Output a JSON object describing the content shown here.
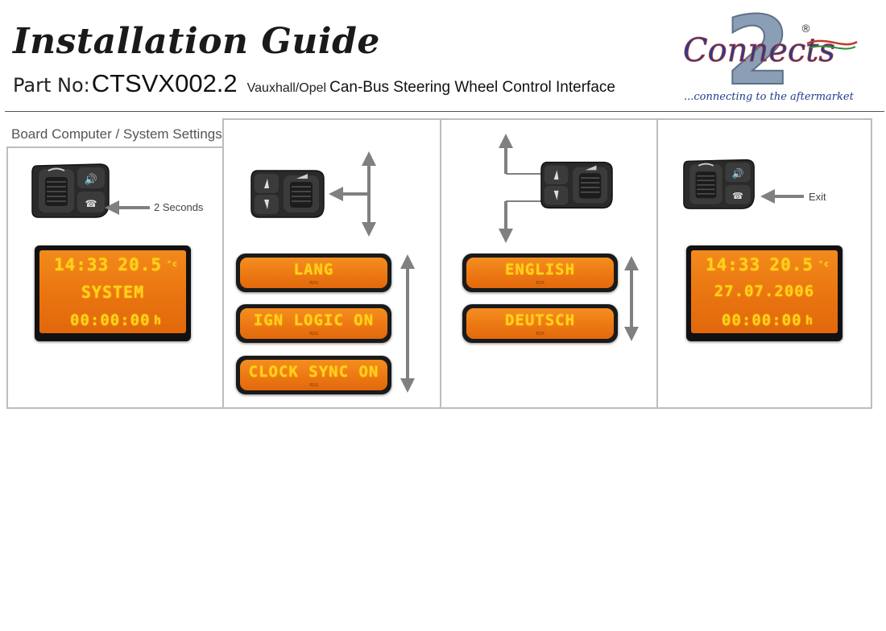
{
  "header": {
    "title": "Installation Guide",
    "part_label": "Part No:",
    "part_number": "CTSVX002.2",
    "vehicle": "Vauxhall/Opel",
    "description": "Can-Bus Steering Wheel Control Interface"
  },
  "logo": {
    "numeral": "2",
    "wordmark": "Connects",
    "registered": "®",
    "tagline": "...connecting to the aftermarket",
    "colors": {
      "numeral": "#8a9fb5",
      "wordmark": "#2b3c8f"
    }
  },
  "section": {
    "label": "Board Computer / System Settings"
  },
  "panel1": {
    "arrow_label": "2 Seconds",
    "display": {
      "time": "14:33",
      "temp": "20.5",
      "temp_unit": "°c",
      "mode": "SYSTEM",
      "timer": "00:00:00",
      "timer_unit": "h"
    }
  },
  "panel2": {
    "menu": [
      "LANG",
      "IGN LOGIC ON",
      "CLOCK SYNC ON"
    ],
    "rds": "RDS"
  },
  "panel3": {
    "menu": [
      "ENGLISH",
      "DEUTSCH"
    ],
    "rds": "RDS"
  },
  "panel4": {
    "arrow_label": "Exit",
    "display": {
      "time": "14:33",
      "temp": "20.5",
      "temp_unit": "°c",
      "date": "27.07.2006",
      "timer": "00:00:00",
      "timer_unit": "h"
    }
  },
  "colors": {
    "lcd_orange": "#ea7410",
    "lcd_text": "#ffd21e",
    "arrow": "#808080",
    "panel_border": "#bdbdbd"
  }
}
